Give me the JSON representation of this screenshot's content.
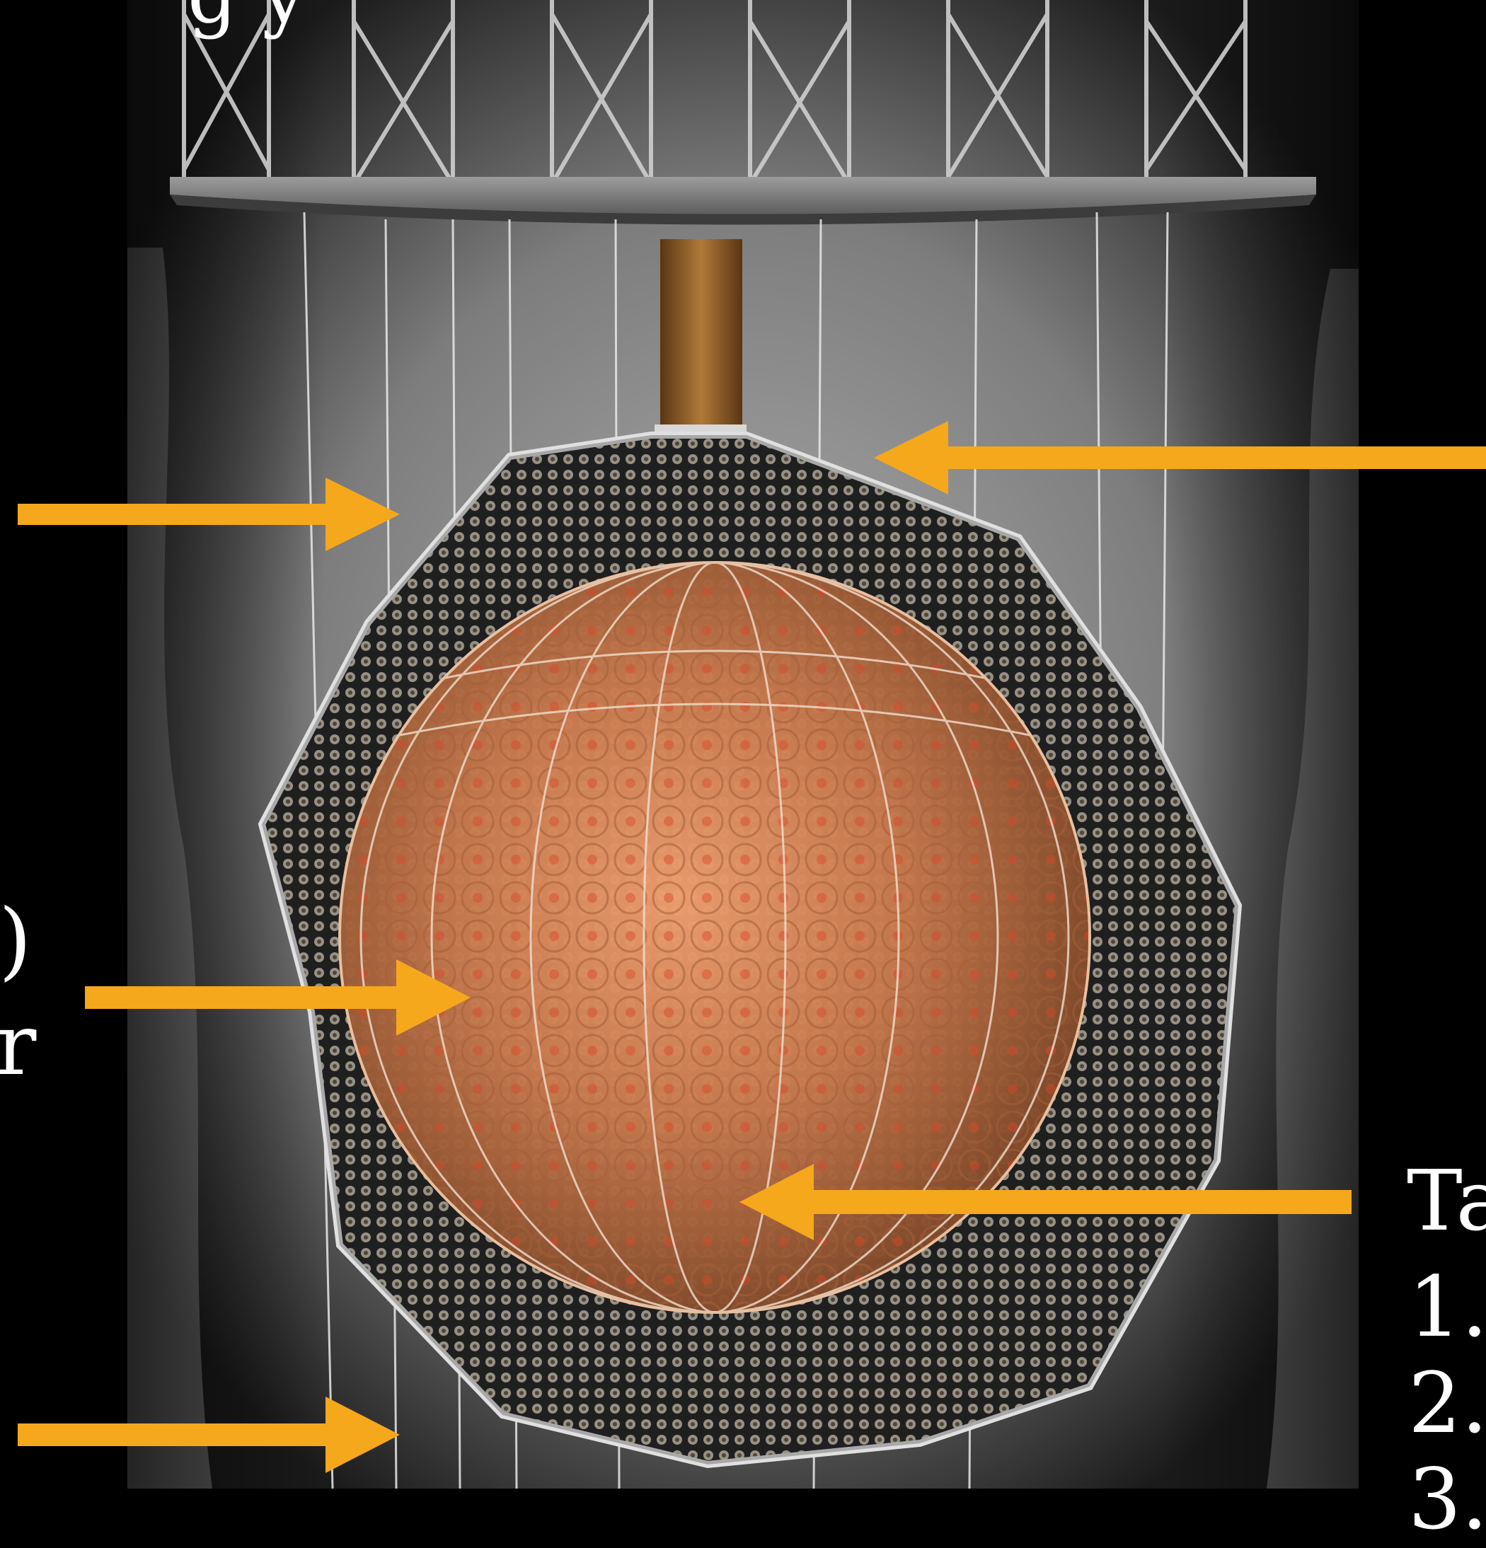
{
  "fragments": {
    "top": "g              y",
    "left_paren": ")",
    "left_r": "r",
    "right_heading": "Ta",
    "list_1": "1.",
    "list_2": "2.",
    "list_3": "3."
  },
  "colors": {
    "background": "#000000",
    "arrow": "#f5a81c",
    "sphere": "#c77a4e",
    "cavern": "#9a9a9a",
    "pmt_frame": "#2a2a2a",
    "chimney": "#8a5a2a"
  }
}
